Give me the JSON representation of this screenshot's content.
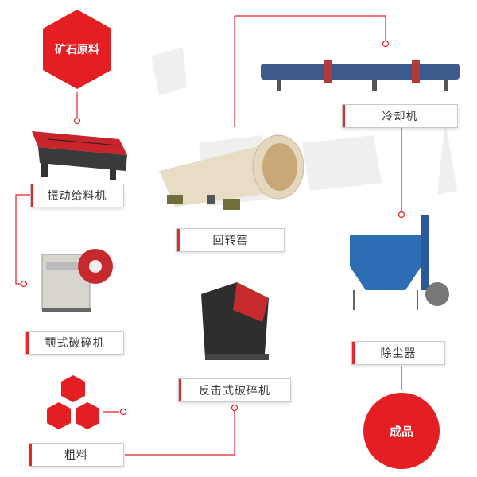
{
  "start_node": {
    "label": "矿石原料"
  },
  "end_node": {
    "label": "成品"
  },
  "steps": {
    "feeder": "振动给料机",
    "jaw": "颚式破碎机",
    "coarse": "粗料",
    "impact": "反击式破碎机",
    "kiln": "回转窑",
    "cooler": "冷却机",
    "dust": "除尘器"
  },
  "colors": {
    "accent": "#e31f24",
    "line": "#e31f24",
    "box_border": "#c9c9c9",
    "text": "#333333"
  }
}
